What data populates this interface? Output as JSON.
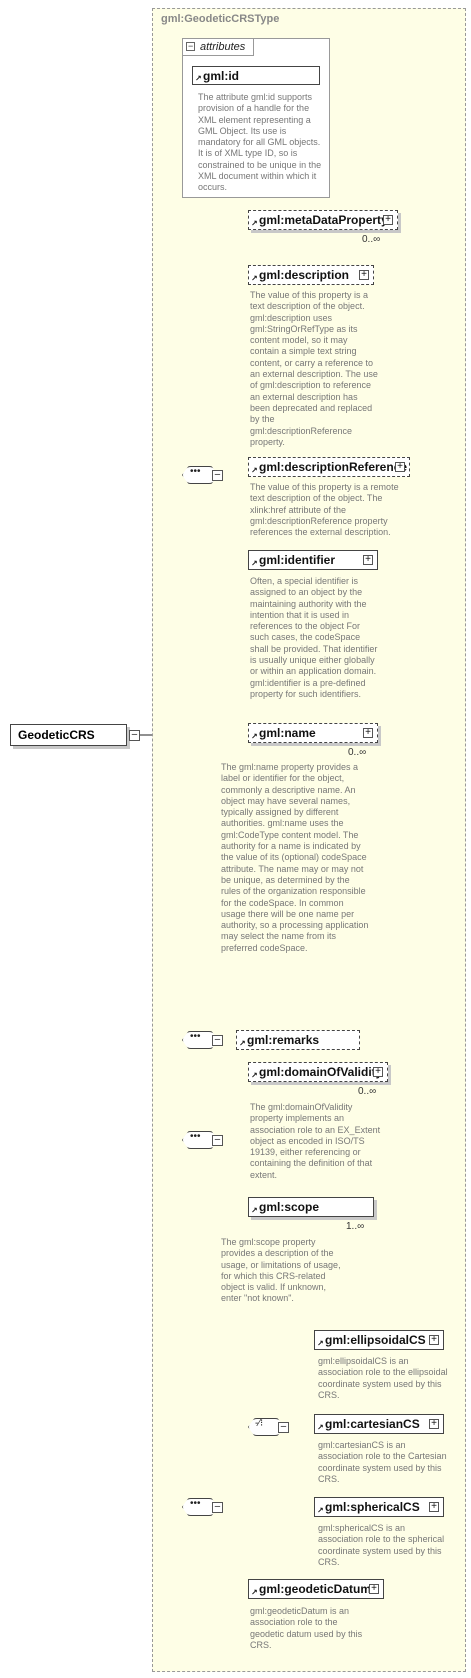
{
  "type_name": "gml:GeodeticCRSType",
  "root_element": "GeodeticCRS",
  "attributes_label": "attributes",
  "attributes": [
    {
      "name": "gml:id",
      "desc": "The attribute gml:id supports provision of a handle for the XML element representing a GML Object. Its use is mandatory for all GML objects. It is of XML type ID, so is constrained to be unique in the XML document within which it occurs."
    }
  ],
  "elements": {
    "metaDataProperty": {
      "name": "gml:metaDataProperty",
      "occ": "0..∞"
    },
    "description": {
      "name": "gml:description",
      "desc": "The value of this property is a text description of the object. gml:description uses gml:StringOrRefType as its content model, so it may contain a simple text string content, or carry a reference to an external description. The use of gml:description to reference an external description has been deprecated and replaced by the gml:descriptionReference property."
    },
    "descriptionReference": {
      "name": "gml:descriptionReference",
      "desc": "The value of this property is a remote text description of the object. The xlink:href attribute of the gml:descriptionReference property references the external description."
    },
    "identifier": {
      "name": "gml:identifier",
      "desc": "Often, a special identifier is assigned to an object by the maintaining authority with the intention that it is used in references to the object For such cases, the codeSpace shall be provided. That identifier is usually unique either globally or within an application domain. gml:identifier is a pre-defined property for such identifiers."
    },
    "name": {
      "name": "gml:name",
      "occ": "0..∞",
      "desc": "The gml:name property provides a label or identifier for the object, commonly a descriptive name. An object may have several names, typically assigned by different authorities. gml:name uses the gml:CodeType content model. The authority for a name is indicated by the value of its (optional) codeSpace attribute. The name may or may not be unique, as determined by the rules of the organization responsible for the codeSpace. In common usage there will be one name per authority, so a processing application may select the name from its preferred codeSpace."
    },
    "remarks": {
      "name": "gml:remarks"
    },
    "domainOfValidity": {
      "name": "gml:domainOfValidity",
      "occ": "0..∞",
      "desc": "The gml:domainOfValidity property implements an association role to an EX_Extent object as encoded in ISO/TS 19139, either referencing or containing the definition of that extent."
    },
    "scope": {
      "name": "gml:scope",
      "occ": "1..∞",
      "desc": "The gml:scope property provides a description of the usage, or limitations of usage, for which this CRS-related object is valid. If unknown, enter \"not known\"."
    },
    "ellipsoidalCS": {
      "name": "gml:ellipsoidalCS",
      "desc": "gml:ellipsoidalCS is an association role to the ellipsoidal coordinate system used by this CRS."
    },
    "cartesianCS": {
      "name": "gml:cartesianCS",
      "desc": "gml:cartesianCS is an association role to the Cartesian coordinate system used by this CRS."
    },
    "sphericalCS": {
      "name": "gml:sphericalCS",
      "desc": "gml:sphericalCS is an association role to the spherical coordinate system used by this CRS."
    },
    "geodeticDatum": {
      "name": "gml:geodeticDatum",
      "desc": "gml:geodeticDatum is an association role to the geodetic datum used by this CRS."
    }
  }
}
